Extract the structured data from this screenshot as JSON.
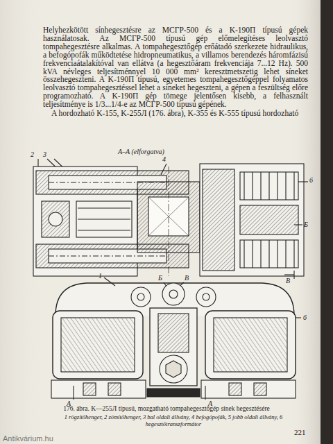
{
  "diagram": {
    "caption": "176. ábra. K—255Л típusú, mozgatható tompahegesztőgép sínek hegesztésére",
    "labels": [
      "Helyhezkötött sínhegesztésre az МСГР-500 és a K-190П típusú gépek használatosak. Az МСГР-500 típusú gép előmelegítéses leolvasztó tompahegesztésre alkalmas. A tompahegesztőgép erőátadó szerkezete hidraulikus, a befogópofák működtetése hidropneumatikus, a villamos berendezés háromfázisú frekvenciaátalakítóval van ellátva (a hegesztőáram frekvenciája 7...12 Hz). 500 kVA névleges teljesítménnyel 10 000 mm² keresztmetszetig lehet síneket összehegeszteni. A K-190П típusú, egyetemes tompahegesztőgéppel folyamatos leolvasztó tompahegesztéssel lehet a síneket hegeszteni, a gépen a feszültség előre programozható. A K-190П gép tömege jelentősen kisebb, a felhasznált teljesítménye is 1/3...1/4-e az МСГР-500 típusú gépének.",
      "A hordozható K-155, K-255Л (176. ábra), K-355 és K-555 típusú hordozható",
      "A–A (elforgatva)",
      "2",
      "3",
      "4",
      "6",
      "Б",
      "В",
      "1",
      "Б",
      "В",
      "6",
      "A",
      "A",
      "1 rögzítőhenger, 2 zömítőhenger, 3 bal oldali állvány, 4 befogópofák, 5 jobb oldali állvány, 6 hegesztőtranszformátor",
      "221",
      "Antikvárium.hu"
    ]
  }
}
